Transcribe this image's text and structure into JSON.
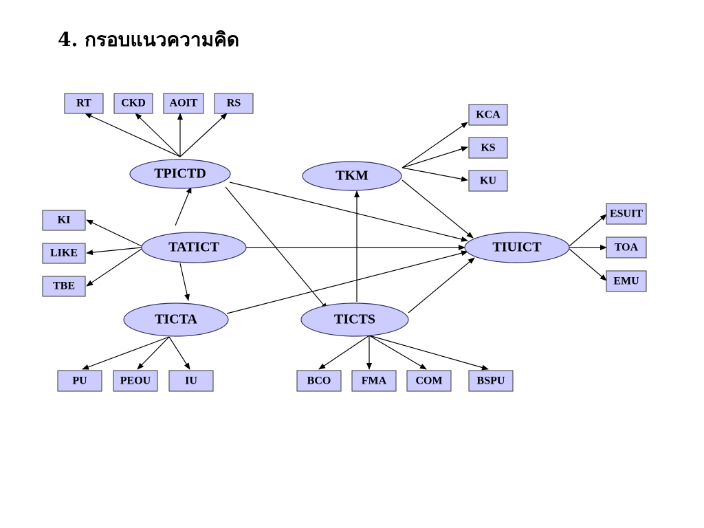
{
  "title": "4.  กรอบแนวความคิด",
  "constructs": [
    {
      "id": "tpictd",
      "label": "TPICTD"
    },
    {
      "id": "tkm",
      "label": "TKM"
    },
    {
      "id": "tatict",
      "label": "TATICT"
    },
    {
      "id": "tiuict",
      "label": "TIUICT"
    },
    {
      "id": "ticta",
      "label": "TICTA"
    },
    {
      "id": "ticts",
      "label": "TICTS"
    }
  ],
  "indicators": [
    {
      "id": "rt",
      "label": "RT",
      "construct": "tpictd"
    },
    {
      "id": "ckd",
      "label": "CKD",
      "construct": "tpictd"
    },
    {
      "id": "aoit",
      "label": "AOIT",
      "construct": "tpictd"
    },
    {
      "id": "rs",
      "label": "RS",
      "construct": "tpictd"
    },
    {
      "id": "kca",
      "label": "KCA",
      "construct": "tkm"
    },
    {
      "id": "ks",
      "label": "KS",
      "construct": "tkm"
    },
    {
      "id": "ku",
      "label": "KU",
      "construct": "tkm"
    },
    {
      "id": "ki",
      "label": "KI",
      "construct": "tatict"
    },
    {
      "id": "like",
      "label": "LIKE",
      "construct": "tatict"
    },
    {
      "id": "tbe",
      "label": "TBE",
      "construct": "tatict"
    },
    {
      "id": "esuit",
      "label": "ESUIT",
      "construct": "tiuict"
    },
    {
      "id": "toa",
      "label": "TOA",
      "construct": "tiuict"
    },
    {
      "id": "emu",
      "label": "EMU",
      "construct": "tiuict"
    },
    {
      "id": "pu",
      "label": "PU",
      "construct": "ticta"
    },
    {
      "id": "peou",
      "label": "PEOU",
      "construct": "ticta"
    },
    {
      "id": "iu",
      "label": "IU",
      "construct": "ticta"
    },
    {
      "id": "bco",
      "label": "BCO",
      "construct": "ticts"
    },
    {
      "id": "fma",
      "label": "FMA",
      "construct": "ticts"
    },
    {
      "id": "com",
      "label": "COM",
      "construct": "ticts"
    },
    {
      "id": "bspu",
      "label": "BSPU",
      "construct": "ticts"
    }
  ],
  "paths": [
    {
      "from": "tatict",
      "to": "tpictd"
    },
    {
      "from": "tatict",
      "to": "ticta"
    },
    {
      "from": "tatict",
      "to": "tiuict"
    },
    {
      "from": "tpictd",
      "to": "tiuict"
    },
    {
      "from": "tpictd",
      "to": "ticts"
    },
    {
      "from": "ticta",
      "to": "tiuict"
    },
    {
      "from": "ticts",
      "to": "tkm"
    },
    {
      "from": "ticts",
      "to": "tiuict"
    },
    {
      "from": "tkm",
      "to": "tiuict"
    }
  ]
}
